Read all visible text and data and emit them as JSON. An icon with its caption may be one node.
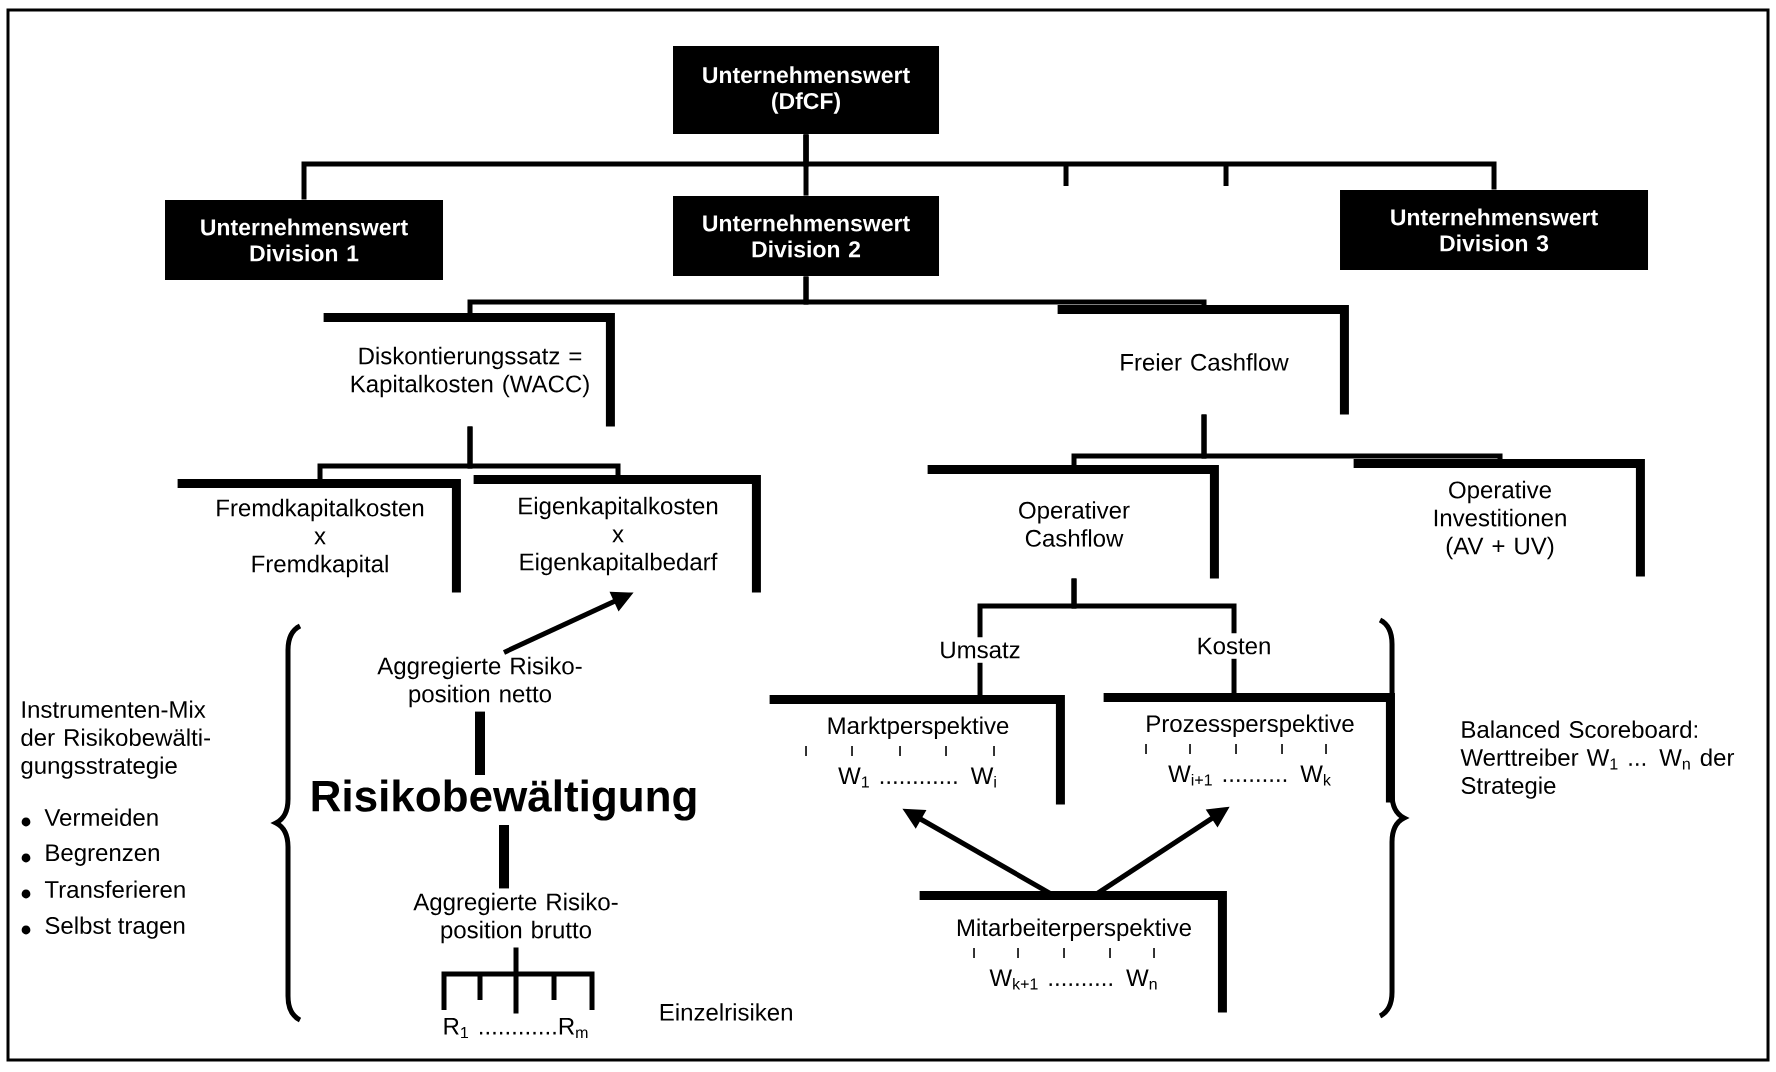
{
  "diagram": {
    "nodes": [
      {
        "text": [
          "Unternehmenswert (DfCF)"
        ]
      },
      {
        "text": [
          "Unternehmenswert Division 1"
        ]
      },
      {
        "text": [
          "Unternehmenswert Division 2"
        ]
      },
      {
        "text": [
          "Unternehmenswert Division 3"
        ]
      },
      {
        "text": [
          "Diskontierungssatz = Kapitalkosten (WACC)"
        ]
      },
      {
        "text": [
          "Freier Cashflow"
        ]
      },
      {
        "text": [
          "Fremdkapitalkosten",
          "x",
          "Fremdkapital"
        ]
      },
      {
        "text": [
          "Eigenkapitalkosten",
          "x",
          "Eigenkapitalbedarf"
        ]
      },
      {
        "text": [
          "Operativer Cashflow"
        ]
      },
      {
        "text": [
          "Operative Investitionen (AV + UV)"
        ]
      },
      {
        "text": [
          "Umsatz"
        ]
      },
      {
        "text": [
          "Kosten"
        ]
      },
      {
        "text": [
          "Marktperspektive",
          "W$_{1}$ ............ W$_{i}$"
        ]
      },
      {
        "text": [
          "Prozessperspektive",
          "W$_{i+1}$ .......... W$_{k}$"
        ]
      },
      {
        "text": [
          "Mitarbeiterperspektive",
          "W$_{k+1}$ .......... W$_{n}$"
        ]
      },
      {
        "text": [
          "Aggregierte Risiko- position netto"
        ]
      },
      {
        "text": [
          "Risikobewältigung"
        ]
      },
      {
        "text": [
          "Aggregierte Risiko- position brutto"
        ]
      },
      {
        "text": [
          "R$_{1}$ ............R$_{m}$"
        ],
        "beside": [
          "Einzelrisiken"
        ]
      }
    ],
    "edges": [
      {
        "from": 0,
        "to": 1,
        "arrow": "none"
      },
      {
        "from": 0,
        "to": 2,
        "arrow": "none"
      },
      {
        "from": 0,
        "to": 3,
        "arrow": "none"
      },
      {
        "from": 2,
        "to": 4,
        "arrow": "none"
      },
      {
        "from": 2,
        "to": 5,
        "arrow": "none"
      },
      {
        "from": 4,
        "to": 6,
        "arrow": "none"
      },
      {
        "from": 4,
        "to": 7,
        "arrow": "none"
      },
      {
        "from": 5,
        "to": 8,
        "arrow": "none"
      },
      {
        "from": 5,
        "to": 9,
        "arrow": "none"
      },
      {
        "from": 8,
        "to": 10,
        "arrow": "none"
      },
      {
        "from": 8,
        "to": 11,
        "arrow": "none"
      },
      {
        "from": 10,
        "to": 12,
        "arrow": "none"
      },
      {
        "from": 11,
        "to": 13,
        "arrow": "none"
      },
      {
        "from": 14,
        "to": 12,
        "arrow": "to"
      },
      {
        "from": 14,
        "to": 13,
        "arrow": "to"
      },
      {
        "from": 15,
        "to": 7,
        "arrow": "to"
      },
      {
        "from": 15,
        "to": 16,
        "arrow": "none",
        "style": "thick"
      },
      {
        "from": 16,
        "to": 17,
        "arrow": "none",
        "style": "thick"
      },
      {
        "from": 17,
        "to": 18,
        "arrow": "none"
      }
    ],
    "labels": [
      "Instrumenten-Mix der Risikobewälti- gungsstrategie",
      "Vermeiden",
      "Begrenzen",
      "Transferieren",
      "Selbst tragen",
      "Balanced Scoreboard: Werttreiber W$_{1}$ ... W$_{n}$ der Strategie"
    ]
  }
}
